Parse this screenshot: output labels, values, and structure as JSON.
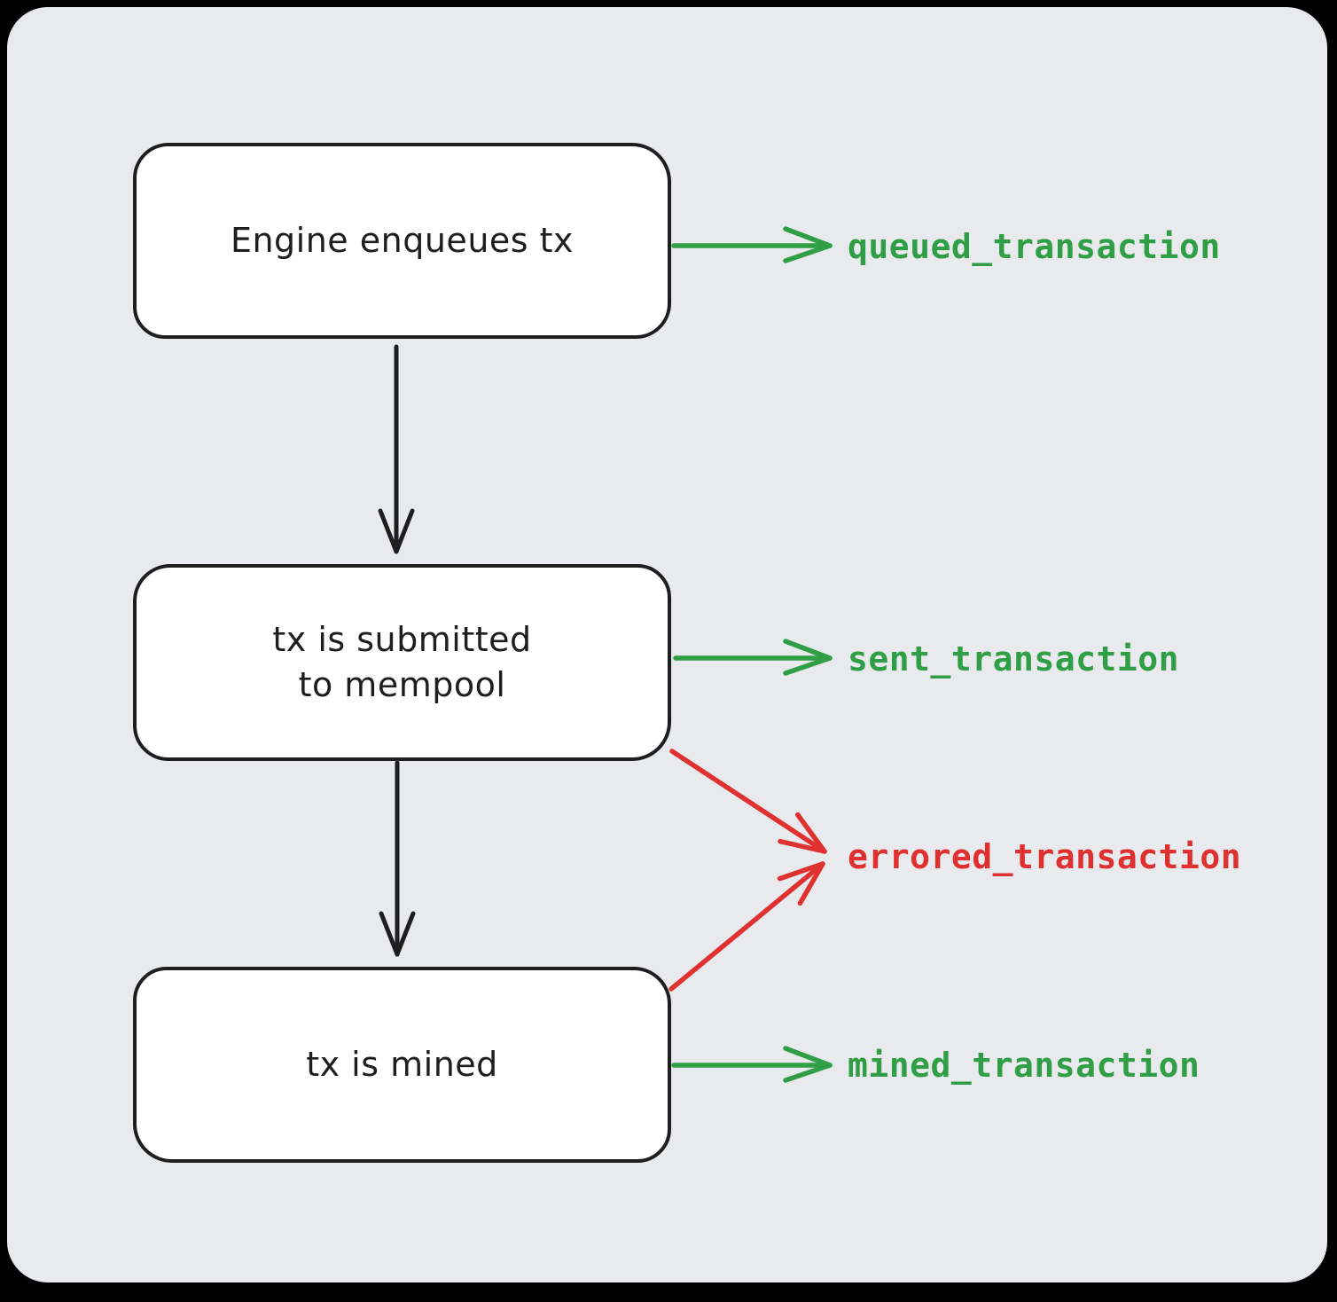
{
  "colors": {
    "stroke": "#1e1e1e",
    "green": "#2f9e44",
    "red": "#e03131",
    "canvas_background": "#e8eaed",
    "box_fill": "#ffffff"
  },
  "nodes": [
    {
      "id": "engine-enqueues-tx",
      "lines": [
        "Engine enqueues tx"
      ]
    },
    {
      "id": "tx-submitted-to-mempool",
      "lines": [
        "tx is submitted",
        "to mempool"
      ]
    },
    {
      "id": "tx-is-mined",
      "lines": [
        "tx is mined"
      ]
    }
  ],
  "event_labels": [
    {
      "id": "queued",
      "label": "queued_transaction",
      "color": "green"
    },
    {
      "id": "sent",
      "label": "sent_transaction",
      "color": "green"
    },
    {
      "id": "errored",
      "label": "errored_transaction",
      "color": "red"
    },
    {
      "id": "mined",
      "label": "mined_transaction",
      "color": "green"
    }
  ],
  "edges": [
    {
      "from": "engine-enqueues-tx",
      "to": "tx-submitted-to-mempool",
      "color": "black"
    },
    {
      "from": "tx-submitted-to-mempool",
      "to": "tx-is-mined",
      "color": "black"
    },
    {
      "from": "engine-enqueues-tx",
      "to": "queued_transaction",
      "color": "green"
    },
    {
      "from": "tx-submitted-to-mempool",
      "to": "sent_transaction",
      "color": "green"
    },
    {
      "from": "tx-submitted-to-mempool",
      "to": "errored_transaction",
      "color": "red"
    },
    {
      "from": "tx-is-mined",
      "to": "errored_transaction",
      "color": "red"
    },
    {
      "from": "tx-is-mined",
      "to": "mined_transaction",
      "color": "green"
    }
  ]
}
